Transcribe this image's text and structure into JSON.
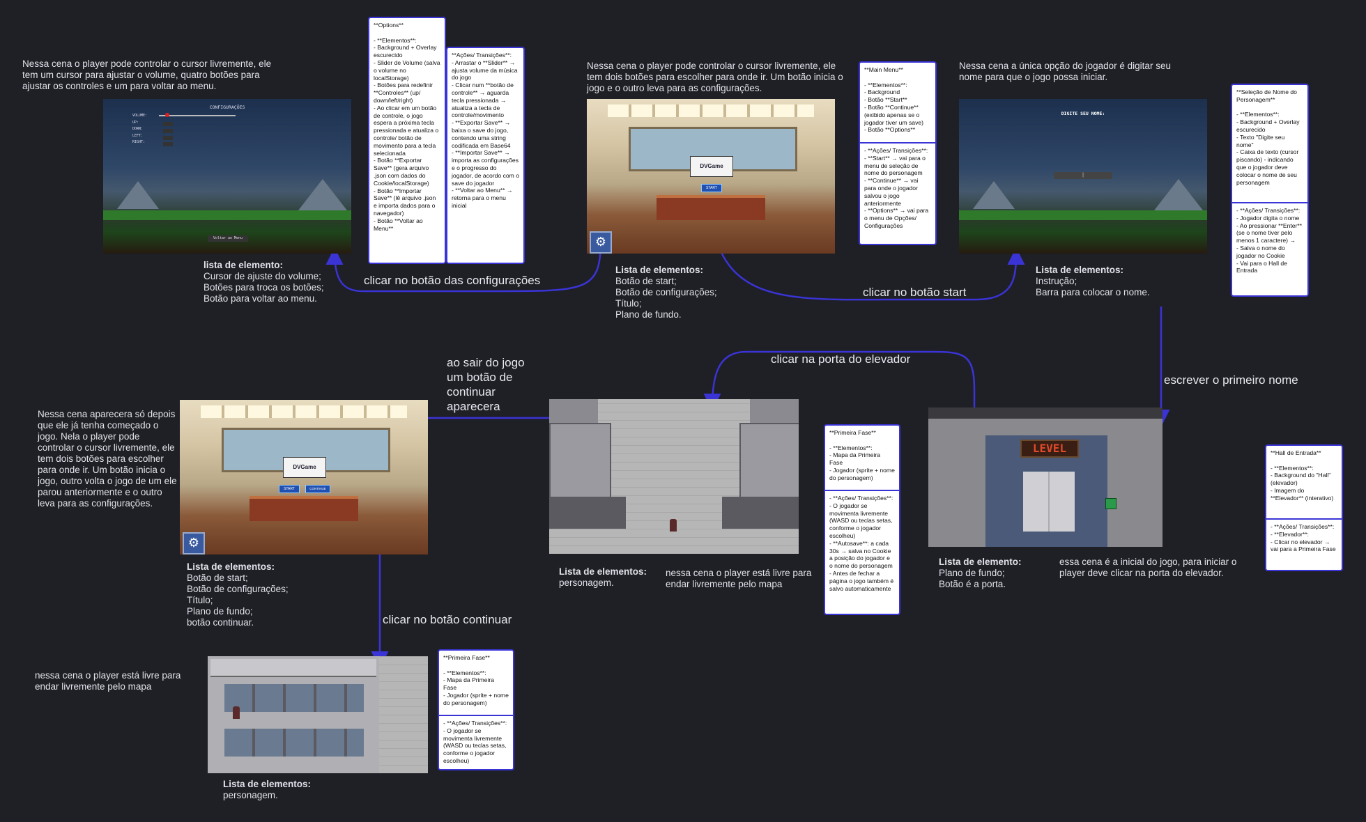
{
  "scenes": {
    "config": {
      "description": "Nessa cena o player pode controlar o cursor livremente, ele tem um cursor para ajustar o volume, quatro botões para ajustar os controles e um para voltar ao menu.",
      "screen_title": "CONFIGURAÇÕES",
      "rows": [
        "VOLUME:",
        "UP:",
        "DOWN:",
        "LEFT:",
        "RIGHT:"
      ],
      "back_button": "Voltar ao Menu",
      "list_heading": "lista de elemento:",
      "list_items": [
        "Cursor de ajuste do volume;",
        "Botões para troca os botões;",
        "Botão para voltar ao menu."
      ]
    },
    "main_menu": {
      "description": "Nessa cena o player pode controlar o cursor livremente, ele tem dois botões para escolher para onde ir. Um botão inicia o jogo e o outro leva para as configurações.",
      "logo": "DVGame",
      "start_button": "START",
      "list_heading": "Lista de elementos:",
      "list_items": [
        "Botão de start;",
        "Botão de configurações;",
        "Título;",
        "Plano de fundo."
      ]
    },
    "name_select": {
      "description": "Nessa cena a única opção do jogador é digitar seu nome para que o jogo possa iniciar.",
      "prompt": "DIGITE SEU NOME:",
      "list_heading": "Lista de elementos:",
      "list_items": [
        "Instrução;",
        "Barra para colocar o nome."
      ]
    },
    "continue_menu": {
      "description": "Nessa cena aparecera só depois que ele já tenha começado o jogo. Nela o player pode controlar o cursor livremente, ele tem dois botões para escolher para onde ir. Um botão  inicia o jogo, outro volta o jogo de um ele parou anteriormente e o outro leva para as configurações.",
      "logo": "DVGame",
      "start_button": "START",
      "continue_button": "CONTINUE",
      "list_heading": "Lista de elementos:",
      "list_items": [
        "Botão de start;",
        "Botão de configurações;",
        "Título;",
        "Plano de fundo;",
        "botão continuar."
      ]
    },
    "first_phase": {
      "side_text": "nessa cena o player está livre para endar livremente pelo mapa",
      "list_heading": "Lista de elementos:",
      "list_items": [
        "personagem."
      ]
    },
    "hall": {
      "side_text": "essa cena é a inicial do jogo, para iniciar o player deve clicar na porta do elevador.",
      "sign": "LEVEL",
      "list_heading": "Lista de elemento:",
      "list_items": [
        "Plano de fundo;",
        "Botão é a porta."
      ]
    },
    "first_phase_2": {
      "side_text": "nessa cena o player está livre para endar livremente pelo mapa",
      "list_heading": "Lista de elementos:",
      "list_items": [
        "personagem."
      ]
    }
  },
  "notes": {
    "options_elements": "**Options**\n\n- **Elementos**:\n  - Background + Overlay escurecido\n  - Slider de Volume (salva o volume no localStorage)\n  - Botões para redefinir **Controles** (up/ down/left/right)\n    - Ao clicar em um botão de controle, o jogo espera a próxima tecla pressionada e atualiza o controle/ botão de movimento para a tecla selecionada\n  - Botão **Exportar Save** (gera arquivo .json com dados do Cookie/localStorage)\n  - Botão **Importar Save** (lê arquivo .json e importa dados para o navegador)\n  - Botão **Voltar ao Menu**",
    "options_actions": "**Ações/ Transições**:\n  - Arrastar o **Slider** → ajusta volume da música do jogo\n  - Clicar num **botão de controle** → aguarda tecla pressionada → atualiza a tecla de controle/movimento\n  - **Exportar Save** → baixa o save do jogo, contendo uma string codificada em Base64\n  - **Importar Save** → importa as configurações e o progresso do jogador, de acordo com o save do jogador\n  - **Voltar ao Menu** → retorna para o menu inicial",
    "main_menu_elements": "**Main Menu**\n\n- **Elementos**:\n  - Background\n  - Botão **Start**\n  - Botão **Continue** (exibido apenas se o jogador tiver um save)\n  - Botão **Options**",
    "main_menu_actions": "- **Ações/ Transições**:\n  - **Start** → vai para o menu de seleção de nome do personagem\n  - **Continue** → vai para onde o jogador salvou o jogo anteriormente\n  - **Options** → vai para o menu de Opções/ Configurações",
    "name_elements": "**Seleção de Nome do Personagem**\n\n- **Elementos**:\n  - Background + Overlay escurecido\n  - Texto \"Digite seu nome\"\n  - Caixa de texto (cursor piscando) - indicando que o jogador deve colocar o nome de seu personagem",
    "name_actions": "- **Ações/ Transições**:\n  - Jogador digita o nome\n  - Ao pressionar **Enter** (se o nome tiver pelo menos 1 caractere) →\n    - Salva o nome do jogador no Cookie\n    - Vai para o Hall de Entrada",
    "phase_elements": "**Primeira Fase**\n\n- **Elementos**:\n  - Mapa da Primeira Fase\n  - Jogador (sprite + nome do personagem)",
    "phase_actions": "- **Ações/ Transições**:\n  - O jogador se movimenta livremente (WASD ou teclas setas, conforme o jogador escolheu)\n  - **Autosave**: a cada 30s → salva no Cookie a posição do jogador e o nome do personagem\n  - Antes de fechar a página o jogo também é salvo automaticamente",
    "hall_elements": "**Hall de Entrada**\n\n- **Elementos**:\n  - Background do \"Hall\" (elevador)\n  - Imagem do **Elevador** (interativo)",
    "hall_actions": "- **Ações/ Transições**:\n  - **Elevador**:\n    - Clicar no elevador → vai para a Primeira Fase",
    "phase2_elements": "**Primeira Fase**\n\n- **Elementos**:\n  - Mapa da Primeira Fase\n  - Jogador (sprite + nome do personagem)",
    "phase2_actions": "- **Ações/ Transições**:\n  - O jogador se movimenta livremente (WASD ou teclas setas, conforme o jogador escolheu)"
  },
  "transitions": {
    "to_config": "clicar no botão das configurações",
    "to_name": "clicar no botão start",
    "to_hall": "escrever o primeiro nome",
    "to_phase": "clicar na porta do elevador",
    "to_continue": "ao sair do jogo\num botão de\ncontinuar\naparecera",
    "to_phase_2": "clicar no botão continuar"
  },
  "colors": {
    "background": "#1f1f26",
    "arrow": "#3a34d6",
    "note_border": "#3a34d6"
  }
}
